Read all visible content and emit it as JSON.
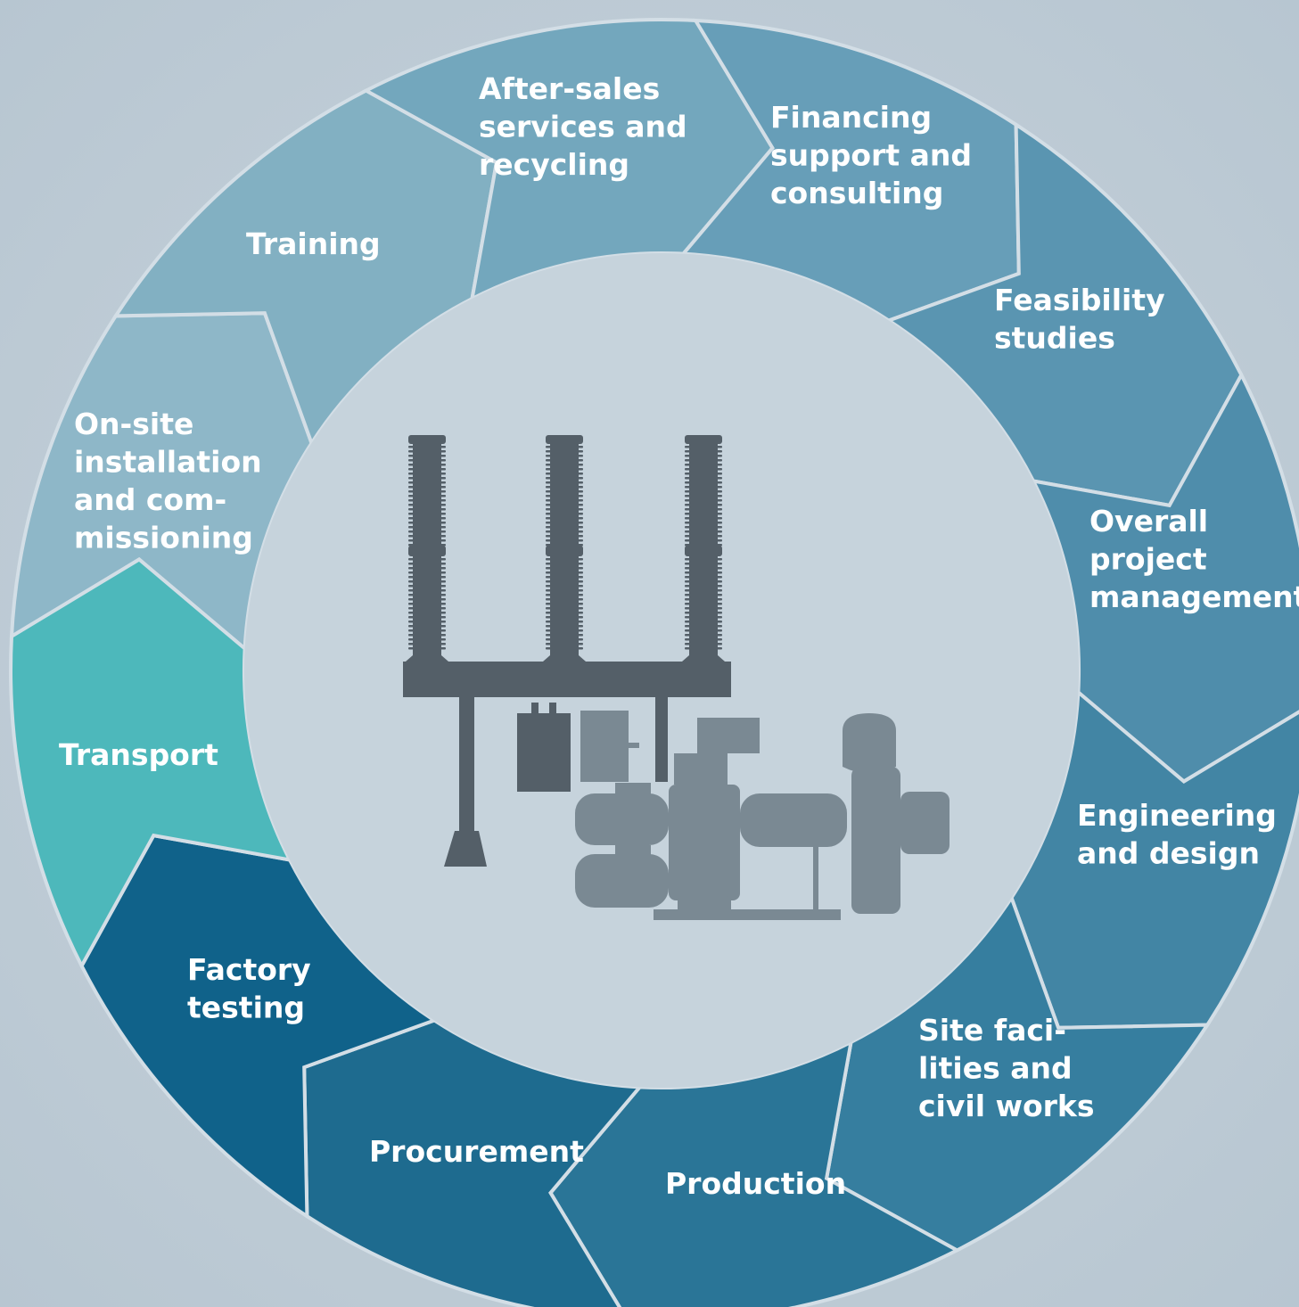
{
  "diagram": {
    "segments": [
      {
        "id": "financing",
        "lines": [
          "Financing",
          "support and",
          "consulting"
        ],
        "color": "#8eb7c8"
      },
      {
        "id": "feasibility",
        "lines": [
          "Feasibility",
          "studies"
        ],
        "color": "#82b0c2"
      },
      {
        "id": "overall",
        "lines": [
          "Overall",
          "project",
          "management"
        ],
        "color": "#73a7bd"
      },
      {
        "id": "engineering",
        "lines": [
          "Engineering",
          "and design"
        ],
        "color": "#679eb8"
      },
      {
        "id": "site",
        "lines": [
          "Site faci-",
          "lities and",
          "civil works"
        ],
        "color": "#5a95b1"
      },
      {
        "id": "production",
        "lines": [
          "Production"
        ],
        "color": "#4f8dab"
      },
      {
        "id": "procurement",
        "lines": [
          "Procurement"
        ],
        "color": "#4285a4"
      },
      {
        "id": "factory",
        "lines": [
          "Factory",
          "testing"
        ],
        "color": "#367e9f"
      },
      {
        "id": "transport",
        "lines": [
          "Transport"
        ],
        "color": "#2a7597"
      },
      {
        "id": "onsite",
        "lines": [
          "On-site",
          "installation",
          "and com-",
          "missioning"
        ],
        "color": "#1e6b8f"
      },
      {
        "id": "training",
        "lines": [
          "Training"
        ],
        "color": "#10628a"
      },
      {
        "id": "aftersales",
        "lines": [
          "After-sales",
          "services and",
          "recycling"
        ],
        "color": "#4db8bb"
      }
    ],
    "center": {
      "icon": "switchgear-icon",
      "colors": {
        "dark": "#545f68",
        "light": "#7a8993"
      }
    },
    "colors": {
      "separator": "#d3dee6",
      "inner_circle": "#c6d3dc"
    }
  }
}
